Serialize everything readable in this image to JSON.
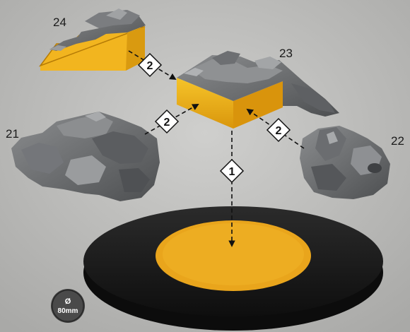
{
  "parts": [
    {
      "id": "part-24",
      "number": "24"
    },
    {
      "id": "part-23",
      "number": "23"
    },
    {
      "id": "part-21",
      "number": "21"
    },
    {
      "id": "part-22",
      "number": "22"
    }
  ],
  "steps": {
    "step_one": "1",
    "step_two_a": "2",
    "step_two_b": "2",
    "step_two_c": "2"
  },
  "base_size": {
    "symbol": "Ø",
    "size": "80mm"
  },
  "colors": {
    "background": "#b9b9b7",
    "base_rim": "#1f1f1f",
    "base_fill": "#e8a21a",
    "yellow_block": "#f0b41c",
    "rock_grey": "#6e7072"
  }
}
